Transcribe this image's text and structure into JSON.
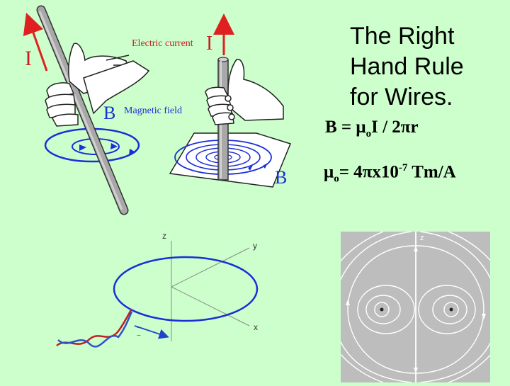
{
  "title": {
    "line1": "The Right",
    "line2": "Hand Rule",
    "line3": "for Wires."
  },
  "equation_b": {
    "lhs": "B = μ",
    "sub": "o",
    "rhs": "I / 2πr"
  },
  "equation_mu": {
    "lhs": "μ",
    "sub": "o",
    "mid": "= 4πx10",
    "sup": "-7",
    "rhs": " Tm/A"
  },
  "illustration": {
    "current_symbol": "I",
    "electric_current_label": "Electric current",
    "current_symbol_2": "I",
    "b_symbol": "B",
    "magnetic_field_label": "Magnetic field",
    "b_symbol_2": "B"
  },
  "axes": {
    "z": "z",
    "y": "y",
    "x": "x",
    "tick": "−"
  },
  "field_panel": {
    "z": "z"
  },
  "colors": {
    "background": "#ccffcc",
    "arrow_red": "#e02020",
    "field_blue": "#1a2fd8",
    "wire_gray": "#a8a8a8",
    "panel_gray": "#bdbdbd"
  }
}
